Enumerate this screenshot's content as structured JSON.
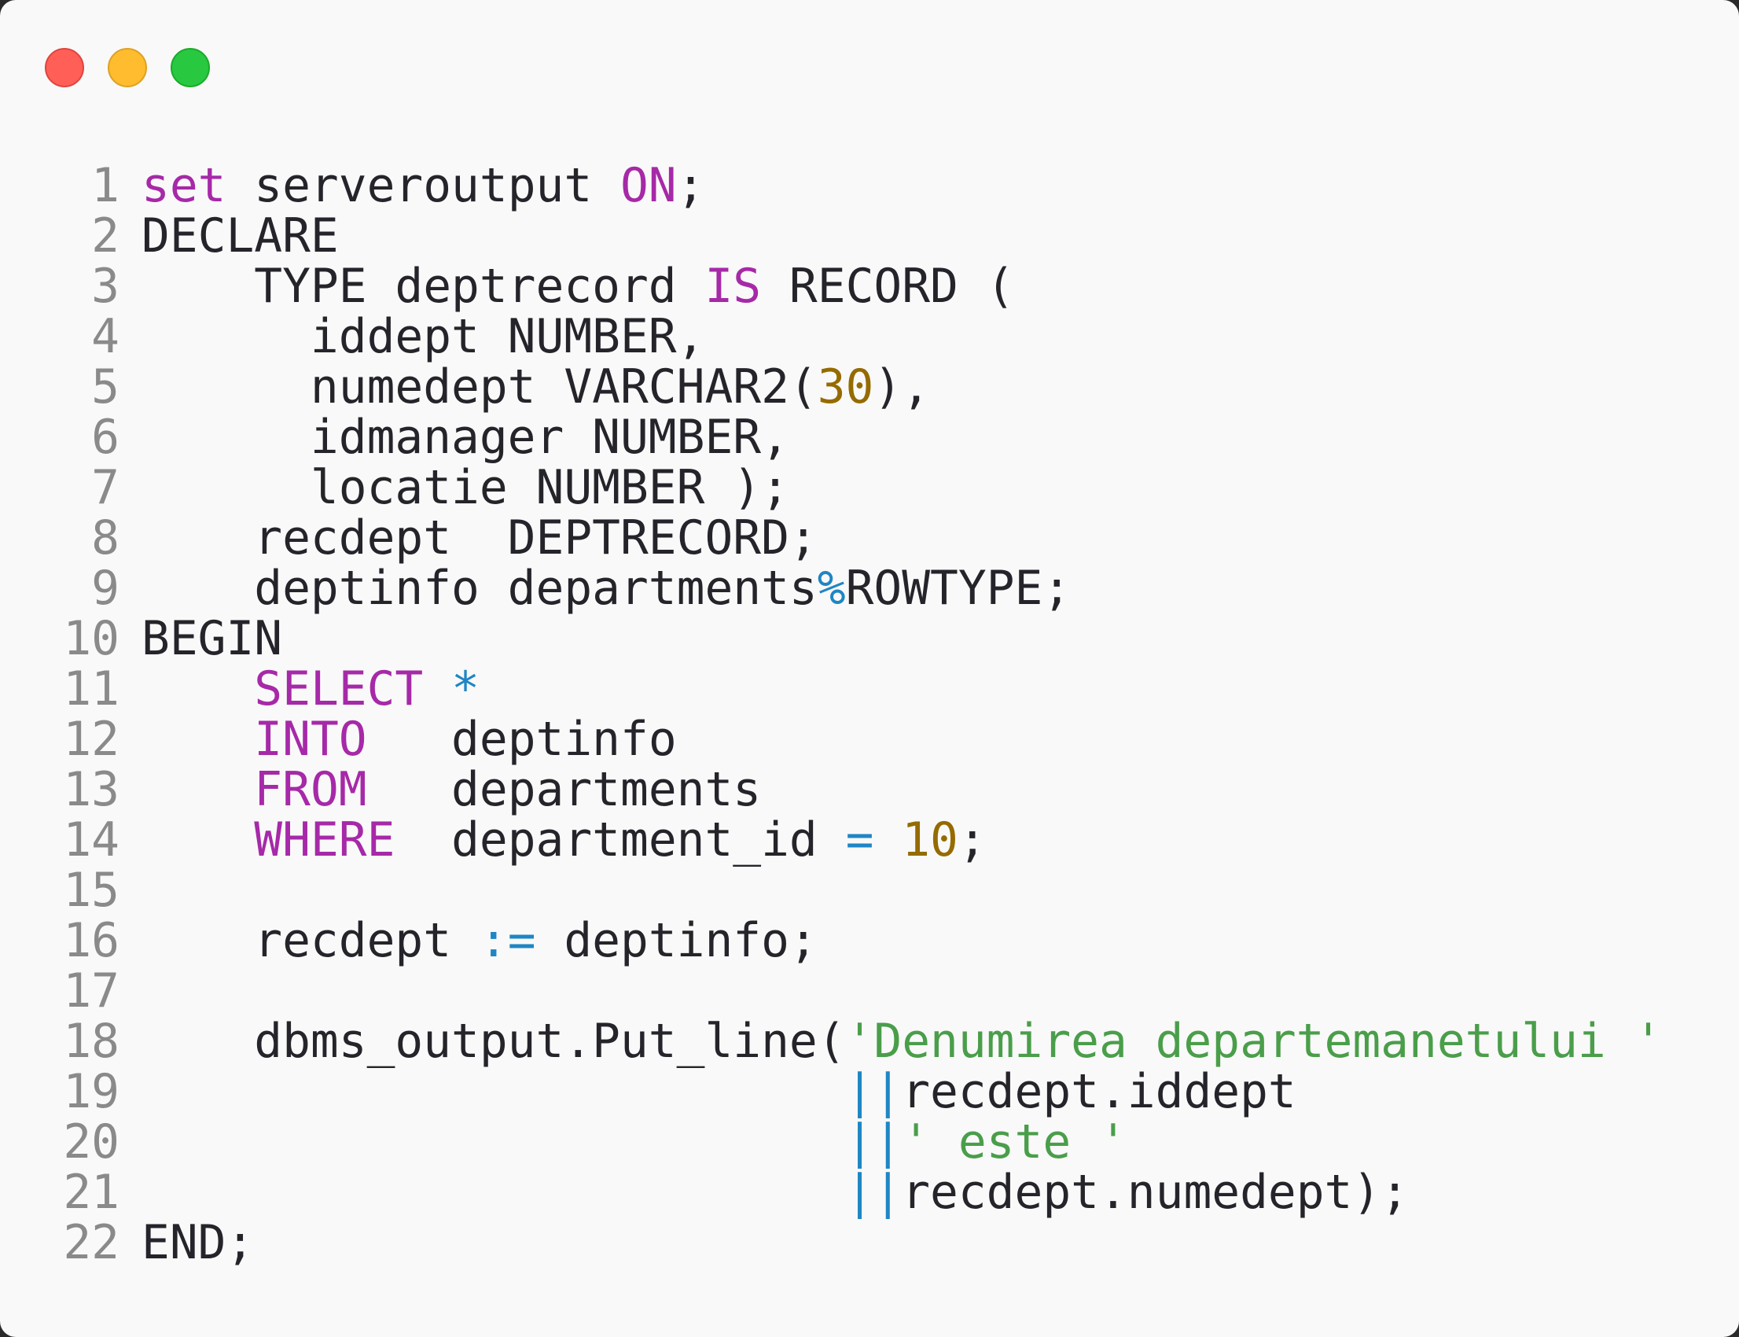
{
  "window": {
    "controls": [
      {
        "name": "close",
        "color": "#ff5f57"
      },
      {
        "name": "minimize",
        "color": "#febc2e"
      },
      {
        "name": "maximize",
        "color": "#28c840"
      }
    ]
  },
  "syntax_colors": {
    "keyword": "#a629a8",
    "number": "#956b00",
    "operator": "#1f86c4",
    "string": "#4a9e4a",
    "text": "#24242a",
    "line_number": "#8a8a8a"
  },
  "code": {
    "lines": [
      {
        "n": "1",
        "tokens": [
          {
            "t": "kw",
            "v": "set"
          },
          {
            "t": "plain",
            "v": " serveroutput "
          },
          {
            "t": "kw",
            "v": "ON"
          },
          {
            "t": "plain",
            "v": ";"
          }
        ]
      },
      {
        "n": "2",
        "tokens": [
          {
            "t": "plain",
            "v": "DECLARE"
          }
        ]
      },
      {
        "n": "3",
        "tokens": [
          {
            "t": "plain",
            "v": "    TYPE deptrecord "
          },
          {
            "t": "kw",
            "v": "IS"
          },
          {
            "t": "plain",
            "v": " RECORD ("
          }
        ]
      },
      {
        "n": "4",
        "tokens": [
          {
            "t": "plain",
            "v": "      iddept NUMBER,"
          }
        ]
      },
      {
        "n": "5",
        "tokens": [
          {
            "t": "plain",
            "v": "      numedept VARCHAR2("
          },
          {
            "t": "num",
            "v": "30"
          },
          {
            "t": "plain",
            "v": "),"
          }
        ]
      },
      {
        "n": "6",
        "tokens": [
          {
            "t": "plain",
            "v": "      idmanager NUMBER,"
          }
        ]
      },
      {
        "n": "7",
        "tokens": [
          {
            "t": "plain",
            "v": "      locatie NUMBER );"
          }
        ]
      },
      {
        "n": "8",
        "tokens": [
          {
            "t": "plain",
            "v": "    recdept  DEPTRECORD;"
          }
        ]
      },
      {
        "n": "9",
        "tokens": [
          {
            "t": "plain",
            "v": "    deptinfo departments"
          },
          {
            "t": "op",
            "v": "%"
          },
          {
            "t": "plain",
            "v": "ROWTYPE;"
          }
        ]
      },
      {
        "n": "10",
        "tokens": [
          {
            "t": "plain",
            "v": "BEGIN"
          }
        ]
      },
      {
        "n": "11",
        "tokens": [
          {
            "t": "plain",
            "v": "    "
          },
          {
            "t": "kw",
            "v": "SELECT"
          },
          {
            "t": "plain",
            "v": " "
          },
          {
            "t": "op",
            "v": "*"
          }
        ]
      },
      {
        "n": "12",
        "tokens": [
          {
            "t": "plain",
            "v": "    "
          },
          {
            "t": "kw",
            "v": "INTO"
          },
          {
            "t": "plain",
            "v": "   deptinfo"
          }
        ]
      },
      {
        "n": "13",
        "tokens": [
          {
            "t": "plain",
            "v": "    "
          },
          {
            "t": "kw",
            "v": "FROM"
          },
          {
            "t": "plain",
            "v": "   departments"
          }
        ]
      },
      {
        "n": "14",
        "tokens": [
          {
            "t": "plain",
            "v": "    "
          },
          {
            "t": "kw",
            "v": "WHERE"
          },
          {
            "t": "plain",
            "v": "  department_id "
          },
          {
            "t": "op",
            "v": "="
          },
          {
            "t": "plain",
            "v": " "
          },
          {
            "t": "num",
            "v": "10"
          },
          {
            "t": "plain",
            "v": ";"
          }
        ]
      },
      {
        "n": "15",
        "tokens": []
      },
      {
        "n": "16",
        "tokens": [
          {
            "t": "plain",
            "v": "    recdept "
          },
          {
            "t": "op",
            "v": ":="
          },
          {
            "t": "plain",
            "v": " deptinfo;"
          }
        ]
      },
      {
        "n": "17",
        "tokens": []
      },
      {
        "n": "18",
        "tokens": [
          {
            "t": "plain",
            "v": "    dbms_output.Put_line("
          },
          {
            "t": "str",
            "v": "'Denumirea departemanetului '"
          }
        ]
      },
      {
        "n": "19",
        "tokens": [
          {
            "t": "plain",
            "v": "                         "
          },
          {
            "t": "op",
            "v": "||"
          },
          {
            "t": "plain",
            "v": "recdept.iddept"
          }
        ]
      },
      {
        "n": "20",
        "tokens": [
          {
            "t": "plain",
            "v": "                         "
          },
          {
            "t": "op",
            "v": "||"
          },
          {
            "t": "str",
            "v": "' este '"
          }
        ]
      },
      {
        "n": "21",
        "tokens": [
          {
            "t": "plain",
            "v": "                         "
          },
          {
            "t": "op",
            "v": "||"
          },
          {
            "t": "plain",
            "v": "recdept.numedept);"
          }
        ]
      },
      {
        "n": "22",
        "tokens": [
          {
            "t": "plain",
            "v": "END;"
          }
        ]
      }
    ]
  }
}
